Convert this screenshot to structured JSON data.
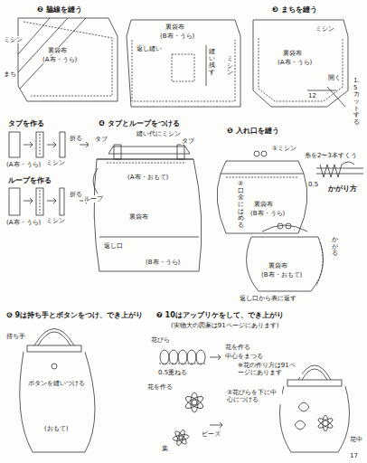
{
  "diagram": {
    "labels": [
      "❷ 脇線を縫う",
      "ミシン",
      "まち",
      "裏袋布",
      "(A布・うら)",
      "裏袋布",
      "(B布・うら)",
      "返し縫い",
      "縫い残す",
      "ミシン",
      "❸ まちを縫う",
      "ミシン",
      "裏袋布",
      "(A布・うら)",
      "開く",
      "12",
      "1.5カットする",
      "タブを作る",
      "折る",
      "ミシン",
      "(A布・うら)",
      "ループを作る",
      "折る",
      "ミシン",
      "(A布・うら)",
      "❹ タブとループをつける",
      "タブ",
      "縫い代にミシン",
      "タブ",
      "ループ",
      "(A布・おもて)",
      "裏袋布",
      "返し口",
      "(B布・うら)",
      "❺ 入れ口を縫う",
      "①ミシン",
      "②口金にはめる",
      "裏袋布",
      "(B布・うら)",
      "糸を2〜3本すくう",
      "0.5",
      "かがり方",
      "返し口から表に返す",
      "裏袋布",
      "(B布・おもて)",
      "かがる",
      "❻ 9は持ち手とボタンをつけ、でき上がり",
      "持ち手",
      "ボタンを縫いつける",
      "(おもて)",
      "❼ 10はアップリケをして、でき上がり",
      "(実物大の図案は91ページにあります)",
      "花びら",
      "0.5重ねる",
      "花を作る",
      "中心をまつる",
      "花を作る",
      "※花の作り方は91ページにあります",
      "ビーズ",
      "②花びらを下に中心につける",
      "葉",
      "花中",
      "17"
    ]
  }
}
